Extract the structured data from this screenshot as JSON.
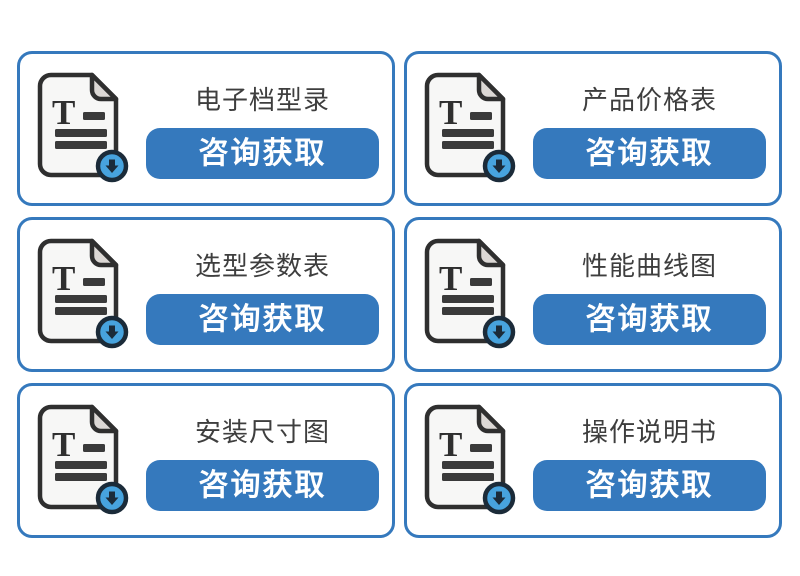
{
  "page": {
    "background": "#ffffff"
  },
  "colors": {
    "card_border": "#3579bd",
    "button_bg": "#3579bd",
    "button_text": "#ffffff",
    "title_text": "#3e3e3e",
    "icon_outline": "#2f2f2f",
    "icon_page_fill": "#f7f7f6",
    "icon_fold_fill": "#dcd8d5",
    "icon_text_bars": "#3a3a3a",
    "badge_fill": "#47a3de",
    "badge_ring": "#1b2b39"
  },
  "icon": {
    "name": "document-download-icon",
    "letter": "T"
  },
  "cards": [
    {
      "title": "电子档型录",
      "button_label": "咨询获取"
    },
    {
      "title": "产品价格表",
      "button_label": "咨询获取"
    },
    {
      "title": "选型参数表",
      "button_label": "咨询获取"
    },
    {
      "title": "性能曲线图",
      "button_label": "咨询获取"
    },
    {
      "title": "安装尺寸图",
      "button_label": "咨询获取"
    },
    {
      "title": "操作说明书",
      "button_label": "咨询获取"
    }
  ]
}
